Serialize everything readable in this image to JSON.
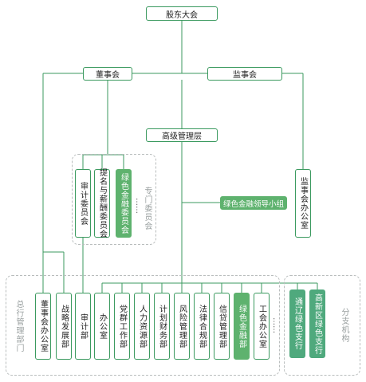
{
  "colors": {
    "line": "#3b9a5f",
    "green_fill": "#5eb26e",
    "teal_fill": "#4fa97d",
    "dashed": "#b9bdbd",
    "grey_text": "#9aa0a0"
  },
  "top": {
    "shareholders": "股东大会",
    "board": "董事会",
    "supervisors": "监事会",
    "senior_mgmt": "高级管理层",
    "supervisors_office": "监事会办公室",
    "green_group": "绿色金融领导小组"
  },
  "committees": {
    "group_label": "专门委员会",
    "items": [
      "审计委员会",
      "提名与薪酬委员会",
      "绿色金融委员会"
    ],
    "more": "……"
  },
  "hq": {
    "group_label": "总行管理部门",
    "items": [
      "董事会办公室",
      "战略发展部",
      "审计部",
      "办公室",
      "党群工作部",
      "人力资源部",
      "计划财务部",
      "风险管理部",
      "法律合规部",
      "信贷管理部",
      "绿色金融部",
      "工会办公室"
    ],
    "more": "……"
  },
  "branches": {
    "group_label": "分支机构",
    "items": [
      "通辽绿色支行",
      "高新区绿色支行"
    ]
  }
}
